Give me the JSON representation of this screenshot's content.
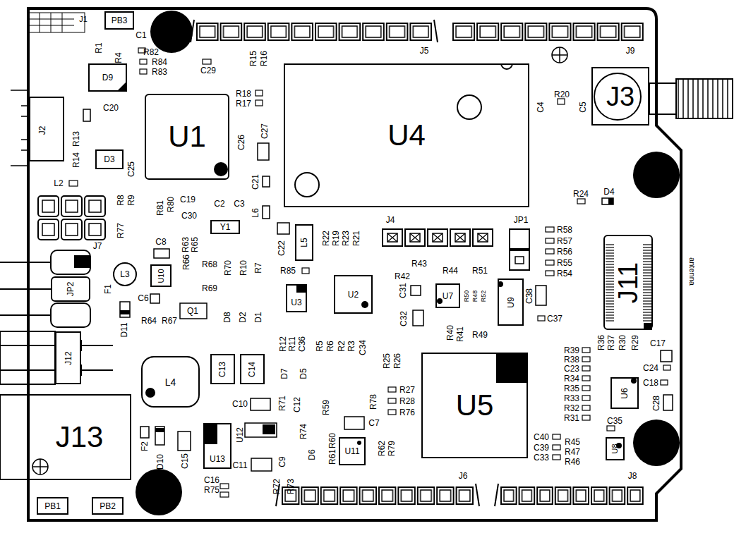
{
  "diagram": {
    "nodes": [
      {
        "text": [
          "PB3"
        ]
      },
      {
        "text": [
          "D9"
        ]
      },
      {
        "text": [
          "U1"
        ]
      },
      {
        "text": [
          "U4"
        ]
      },
      {
        "text": [
          "J3"
        ]
      },
      {
        "text": [
          "D3"
        ]
      },
      {
        "text": [
          "Y1"
        ]
      },
      {
        "text": [
          "L5"
        ]
      },
      {
        "text": [
          "J11"
        ]
      },
      {
        "text": [
          "U10"
        ]
      },
      {
        "text": [
          "L3"
        ]
      },
      {
        "text": [
          "JP2"
        ]
      },
      {
        "text": [
          "U3"
        ]
      },
      {
        "text": [
          "U2"
        ]
      },
      {
        "text": [
          "U7"
        ]
      },
      {
        "text": [
          "U9"
        ]
      },
      {
        "text": [
          "J12"
        ]
      },
      {
        "text": [
          "L4"
        ]
      },
      {
        "text": [
          "C13"
        ]
      },
      {
        "text": [
          "C14"
        ]
      },
      {
        "text": [
          "U5"
        ]
      },
      {
        "text": [
          "U6"
        ]
      },
      {
        "text": [
          "J13"
        ]
      },
      {
        "text": [
          "U13"
        ]
      },
      {
        "text": [
          "U11"
        ]
      },
      {
        "text": [
          "U8"
        ]
      },
      {
        "text": [
          "PB1"
        ]
      },
      {
        "text": [
          "PB2"
        ]
      }
    ],
    "labels": [
      "J1",
      "C1",
      "R1",
      "R4",
      "R82",
      "R84",
      "R83",
      "C29",
      "R15",
      "R16",
      "J5",
      "J9",
      "C20",
      "J2",
      "R13",
      "R14",
      "C25",
      "L2",
      "R8",
      "R9",
      "R77",
      "J7",
      "R18",
      "R17",
      "C26",
      "C27",
      "C21",
      "L6",
      "R81",
      "R80",
      "C19",
      "C2",
      "C3",
      "C30",
      "C8",
      "R63",
      "R65",
      "R66",
      "R68",
      "R70",
      "R10",
      "R7",
      "R69",
      "F1",
      "C6",
      "Q1",
      "R64",
      "R67",
      "D11",
      "D8",
      "D2",
      "D1",
      "C22",
      "R22",
      "R19",
      "R23",
      "R21",
      "J4",
      "JP1",
      "R58",
      "R57",
      "R56",
      "R55",
      "R54",
      "R85",
      "R43",
      "R44",
      "R42",
      "R51",
      "C31",
      "R50",
      "R48",
      "R52",
      "C38",
      "C37",
      "C32",
      "R40",
      "R41",
      "R49",
      "antenna",
      "C4",
      "R20",
      "C5",
      "R24",
      "D4",
      "R12",
      "R11",
      "C36",
      "R5",
      "R6",
      "R2",
      "R3",
      "C34",
      "R25",
      "R26",
      "R39",
      "R38",
      "C23",
      "R34",
      "R35",
      "R33",
      "R32",
      "R31",
      "R36",
      "R37",
      "R30",
      "R29",
      "C17",
      "C24",
      "C18",
      "C28",
      "C35",
      "C40",
      "C39",
      "C33",
      "R45",
      "R47",
      "R46",
      "R27",
      "R28",
      "R76",
      "R78",
      "C7",
      "R59",
      "D7",
      "D5",
      "C10",
      "R71",
      "C12",
      "U12",
      "R74",
      "D6",
      "R60",
      "R61",
      "R62",
      "R79",
      "J6",
      "J8",
      "F2",
      "D10",
      "C15",
      "C11",
      "C9",
      "R72",
      "R73",
      "C16",
      "R75"
    ]
  }
}
